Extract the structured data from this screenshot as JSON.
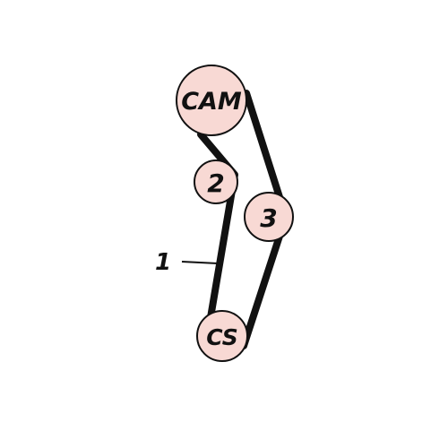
{
  "diagram": {
    "pulleys": [
      {
        "id": "cam",
        "label": "CAM"
      },
      {
        "id": "idler-2",
        "label": "2"
      },
      {
        "id": "idler-3",
        "label": "3"
      },
      {
        "id": "crank",
        "label": "CS"
      }
    ],
    "callout": {
      "label": "1"
    },
    "colors": {
      "belt": "#111111",
      "pulley_fill": "#f8d9d4",
      "outline": "#111111",
      "background": "#ffffff"
    }
  }
}
